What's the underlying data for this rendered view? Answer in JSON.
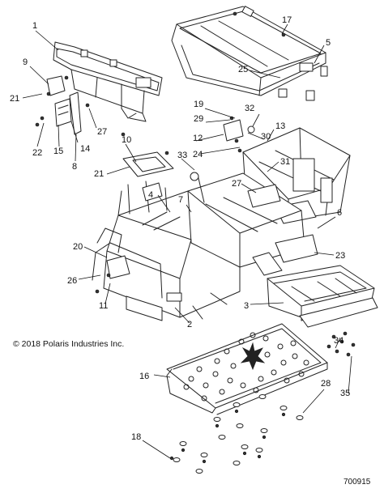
{
  "diagram": {
    "copyright": "© 2018 Polaris Industries Inc.",
    "drawing_number": "700915",
    "callouts": [
      "1",
      "2",
      "3",
      "4",
      "5",
      "6",
      "7",
      "8",
      "9",
      "10",
      "11",
      "12",
      "13",
      "14",
      "15",
      "16",
      "17",
      "18",
      "19",
      "20",
      "21",
      "21",
      "22",
      "23",
      "24",
      "25",
      "26",
      "27",
      "27",
      "28",
      "29",
      "30",
      "31",
      "32",
      "33",
      "34",
      "35"
    ]
  }
}
